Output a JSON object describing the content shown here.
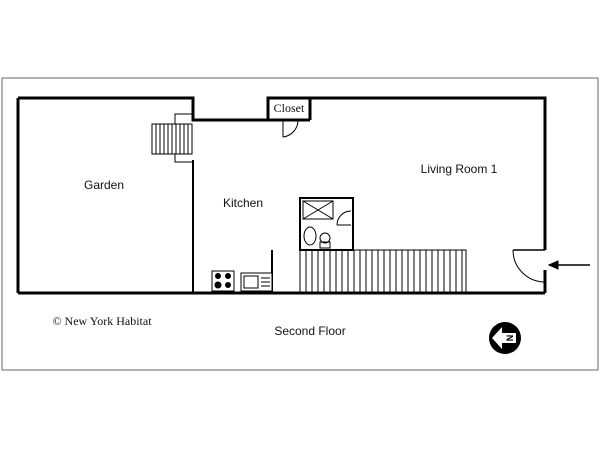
{
  "plan": {
    "floor_label": "Second Floor",
    "copyright": "© New York Habitat",
    "rooms": {
      "garden": "Garden",
      "kitchen": "Kitchen",
      "living_room": "Living Room 1",
      "closet": "Closet"
    },
    "compass_letter": "N",
    "colors": {
      "wall": "#000000",
      "frame": "#888888"
    }
  }
}
